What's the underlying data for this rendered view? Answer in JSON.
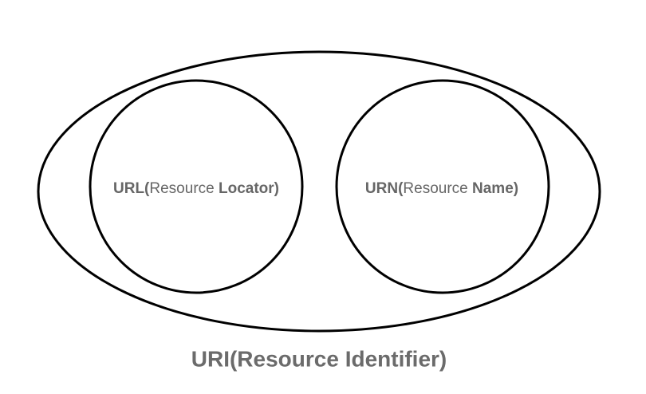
{
  "colors": {
    "label_gray": "#666666",
    "caption_gray": "#6b6b6b",
    "outline": "#000000"
  },
  "uri": {
    "caption": "URI(Resource Identifier)"
  },
  "url": {
    "abbr": "URL(",
    "word": "Resource ",
    "key": "Locator)"
  },
  "urn": {
    "abbr": "URN(",
    "word": "Resource ",
    "key": "Name)"
  }
}
